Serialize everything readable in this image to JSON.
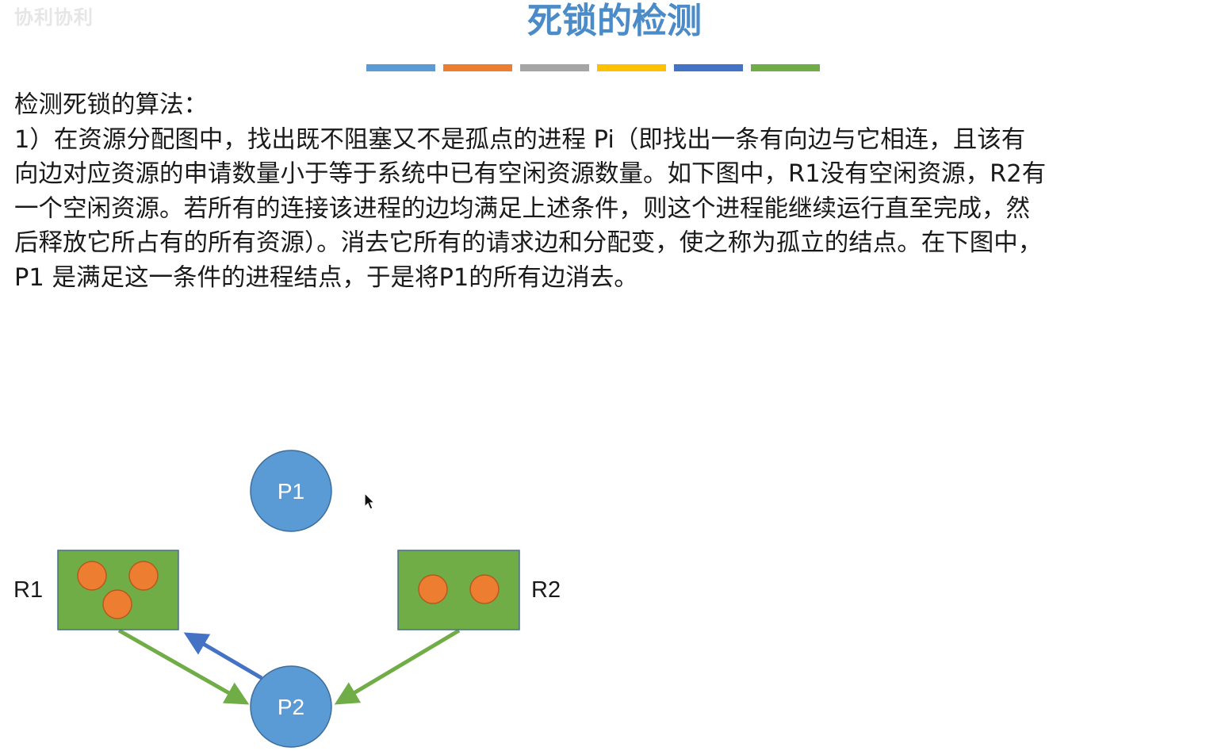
{
  "watermark": "协利协利",
  "title": "死锁的检测",
  "color_bars": [
    "#5b9bd5",
    "#ed7d31",
    "#a5a5a5",
    "#ffc000",
    "#4472c4",
    "#70ad47"
  ],
  "text_lines": [
    "检测死锁的算法：",
    "1）在资源分配图中，找出既不阻塞又不是孤点的进程 Pi（即找出一条有向边与它相连，且该有",
    "向边对应资源的申请数量小于等于系统中已有空闲资源数量。如下图中，R1没有空闲资源，R2有",
    "一个空闲资源。若所有的连接该进程的边均满足上述条件，则这个进程能继续运行直至完成，然",
    "后释放它所占有的所有资源）。消去它所有的请求边和分配变，使之称为孤立的结点。在下图中，",
    "P1 是满足这一条件的进程结点，于是将P1的所有边消去。"
  ],
  "diagram": {
    "processes": [
      "P1",
      "P2"
    ],
    "resources": [
      {
        "name": "R1",
        "instances": 3
      },
      {
        "name": "R2",
        "instances": 2
      }
    ],
    "edges": [
      {
        "from": "R1",
        "to": "P2",
        "kind": "assignment"
      },
      {
        "from": "P2",
        "to": "R1",
        "kind": "request"
      },
      {
        "from": "R2",
        "to": "P2",
        "kind": "assignment"
      }
    ],
    "colors": {
      "process_fill": "#5b9bd5",
      "resource_fill": "#70ad47",
      "instance_fill": "#ed7d31",
      "assignment_edge": "#70ad47",
      "request_edge": "#4472c4"
    }
  }
}
